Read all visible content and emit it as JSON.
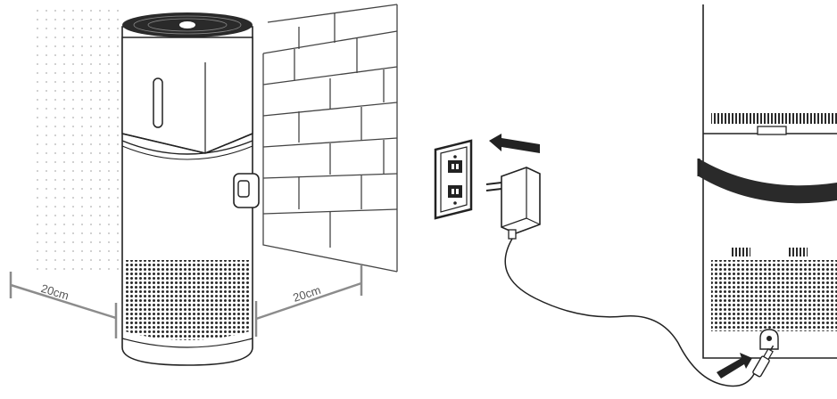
{
  "dimensions": {
    "left_clearance": "20cm",
    "right_clearance": "20cm"
  },
  "colors": {
    "line": "#222222",
    "dimension_line": "#8c8c8c",
    "dot_wall": "#bdbdbd",
    "grille": "#2a2a2a"
  },
  "illustrations": [
    {
      "name": "purifier-placement",
      "icon": "air-purifier-icon"
    },
    {
      "name": "power-adapter",
      "icon": "plug-adapter-icon"
    },
    {
      "name": "base-connection",
      "icon": "dc-jack-icon"
    }
  ]
}
